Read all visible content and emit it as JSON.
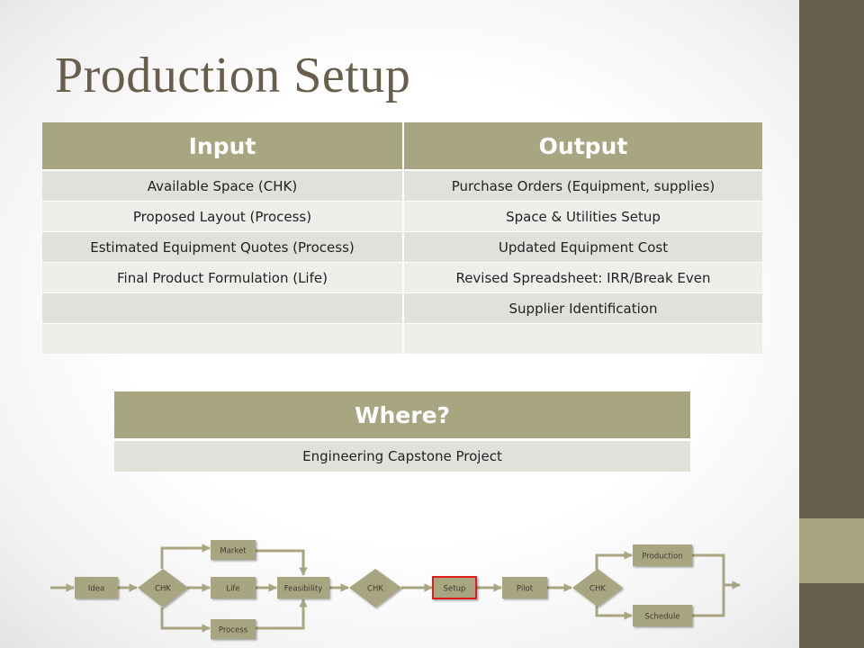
{
  "slide": {
    "title": "Production Setup",
    "colors": {
      "accent": "#a8a681",
      "dark": "#675f4b",
      "row_odd": "#e1e0da",
      "row_even": "#efeeea",
      "highlight": "#e01b1b"
    }
  },
  "io_table": {
    "headers": [
      "Input",
      "Output"
    ],
    "rows": [
      [
        "Available Space (CHK)",
        "Purchase Orders (Equipment, supplies)"
      ],
      [
        "Proposed Layout (Process)",
        "Space & Utilities Setup"
      ],
      [
        "Estimated Equipment Quotes (Process)",
        "Updated Equipment Cost"
      ],
      [
        "Final Product Formulation (Life)",
        "Revised Spreadsheet: IRR/Break Even"
      ],
      [
        "",
        "Supplier Identification"
      ],
      [
        "",
        ""
      ]
    ]
  },
  "where_table": {
    "header": "Where?",
    "value": "Engineering Capstone Project"
  },
  "flowchart": {
    "nodes": {
      "idea": "Idea",
      "chk1": "CHK",
      "market": "Market",
      "life": "Life",
      "process": "Process",
      "feasibility": "Feasibility",
      "chk2": "CHK",
      "setup": "Setup",
      "pilot": "Pilot",
      "chk3": "CHK",
      "production": "Production",
      "schedule": "Schedule"
    },
    "current_step": "Setup"
  }
}
